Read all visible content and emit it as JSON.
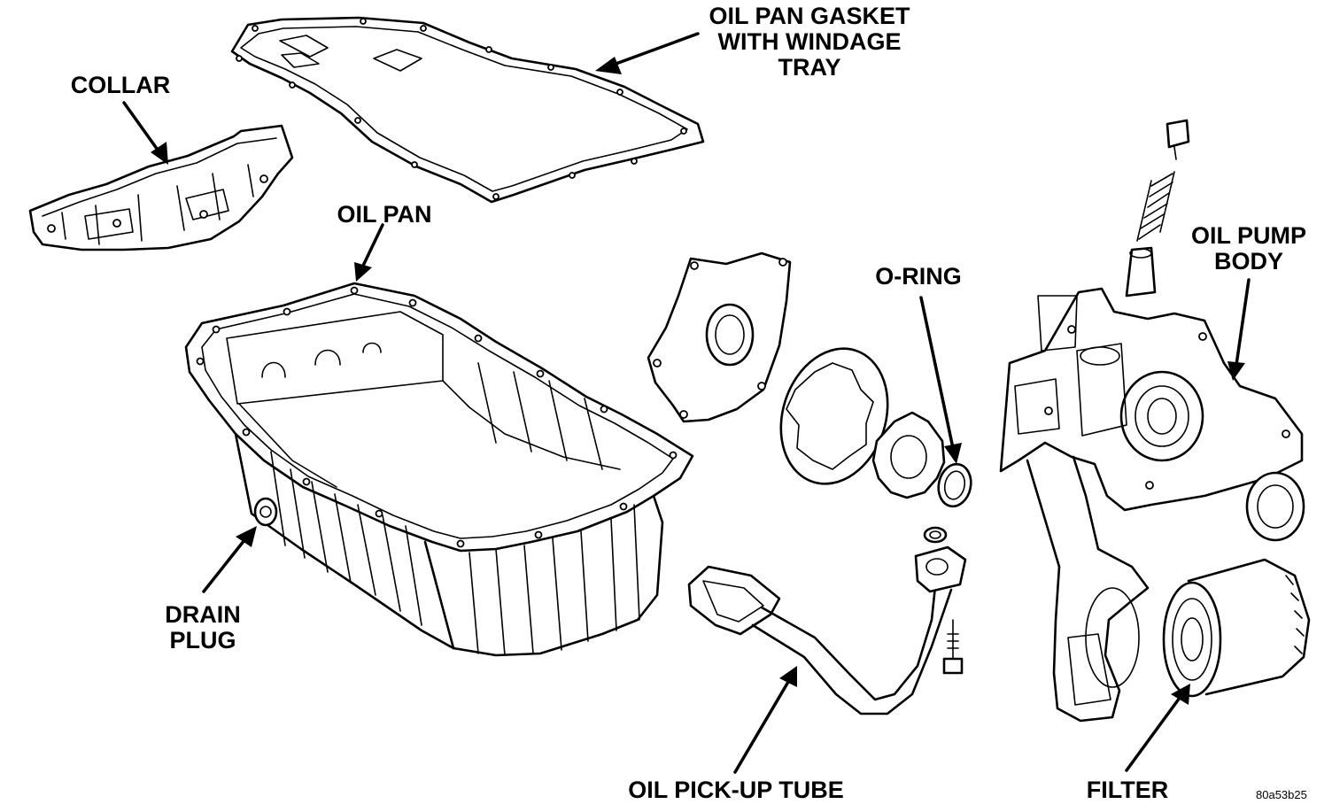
{
  "labels": {
    "gasket_line1": "OIL PAN GASKET",
    "gasket_line2": "WITH WINDAGE",
    "gasket_line3": "TRAY",
    "collar": "COLLAR",
    "oil_pan": "OIL PAN",
    "oring": "O-RING",
    "pump_line1": "OIL PUMP",
    "pump_line2": "BODY",
    "drain_line1": "DRAIN",
    "drain_line2": "PLUG",
    "pickup": "OIL PICK-UP TUBE",
    "filter": "FILTER",
    "figure_code": "80a53b25"
  }
}
